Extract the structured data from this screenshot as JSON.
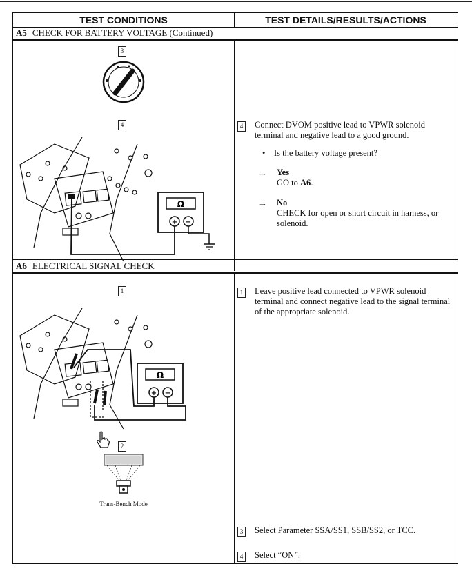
{
  "header": {
    "left": "TEST CONDITIONS",
    "right": "TEST DETAILS/RESULTS/ACTIONS"
  },
  "a5": {
    "code": "A5",
    "title": "CHECK FOR BATTERY VOLTAGE (Continued)",
    "step3_num": "3",
    "step4_num": "4",
    "right_step_num": "4",
    "instruction": "Connect DVOM positive lead to VPWR solenoid terminal and negative lead to a good ground.",
    "question": "Is the battery voltage present?",
    "yes_label": "Yes",
    "yes_prefix": "GO to ",
    "yes_target": "A6",
    "yes_suffix": ".",
    "no_label": "No",
    "no_action": "CHECK for open or short circuit in harness, or solenoid.",
    "meter_ohm": "Ω",
    "meter_plus": "+",
    "meter_minus": "−"
  },
  "a6": {
    "code": "A6",
    "title": "ELECTRICAL SIGNAL CHECK",
    "step1_num": "1",
    "step2_num": "2",
    "caption": "Trans-Bench Mode",
    "meter_ohm": "Ω",
    "meter_plus": "+",
    "meter_minus": "−",
    "right": [
      {
        "num": "1",
        "text": "Leave positive lead connected to VPWR solenoid terminal and connect negative lead to the signal terminal of the appropriate solenoid."
      },
      {
        "num": "3",
        "text": "Select Parameter SSA/SS1, SSB/SS2, or TCC."
      },
      {
        "num": "4",
        "text": "Select “ON”."
      }
    ]
  },
  "icons": [
    "ignition-switch-icon",
    "hand-cursor-icon",
    "scan-tool-icon"
  ]
}
